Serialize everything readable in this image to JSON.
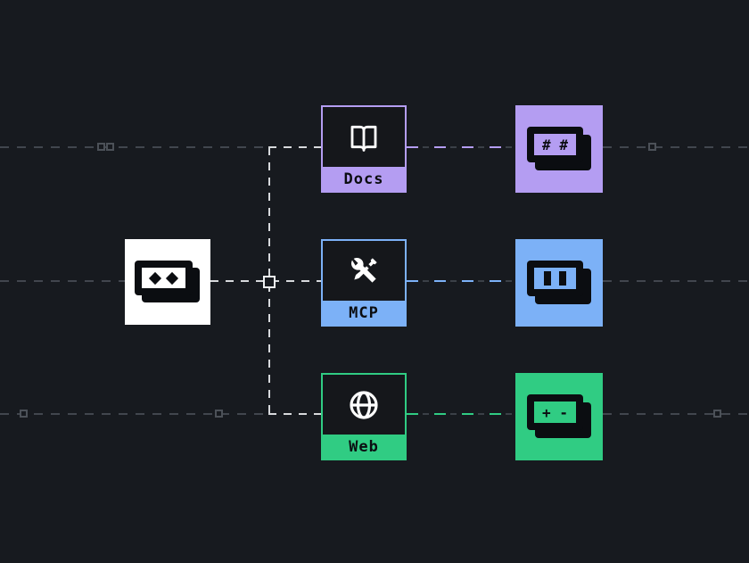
{
  "diagram": {
    "title_hint": "agent-connects-to-sources flow diagram",
    "agent_node": {
      "icon": "cassette-robot-icon",
      "color": "#ffffff"
    },
    "source_nodes": [
      {
        "label": "Docs",
        "icon": "open-book-icon",
        "color": "#b49df2"
      },
      {
        "label": "MCP",
        "icon": "tools-icon",
        "color": "#7cb1f7"
      },
      {
        "label": "Web",
        "icon": "globe-icon",
        "color": "#30cc83"
      }
    ],
    "output_nodes": [
      {
        "glyph": "# #",
        "icon": "cassette-hash-icon",
        "color": "#b49df2"
      },
      {
        "glyph": "",
        "icon": "cassette-slots-icon",
        "color": "#7cb1f7"
      },
      {
        "glyph": "+ -",
        "icon": "cassette-plusminus-icon",
        "color": "#30cc83"
      }
    ],
    "colors": {
      "background": "#171a1f",
      "node_interior_dark": "#15171b",
      "dash_gray": "#41464e",
      "dash_white": "#d7d9dc",
      "icon_black": "#0b0d11"
    }
  }
}
